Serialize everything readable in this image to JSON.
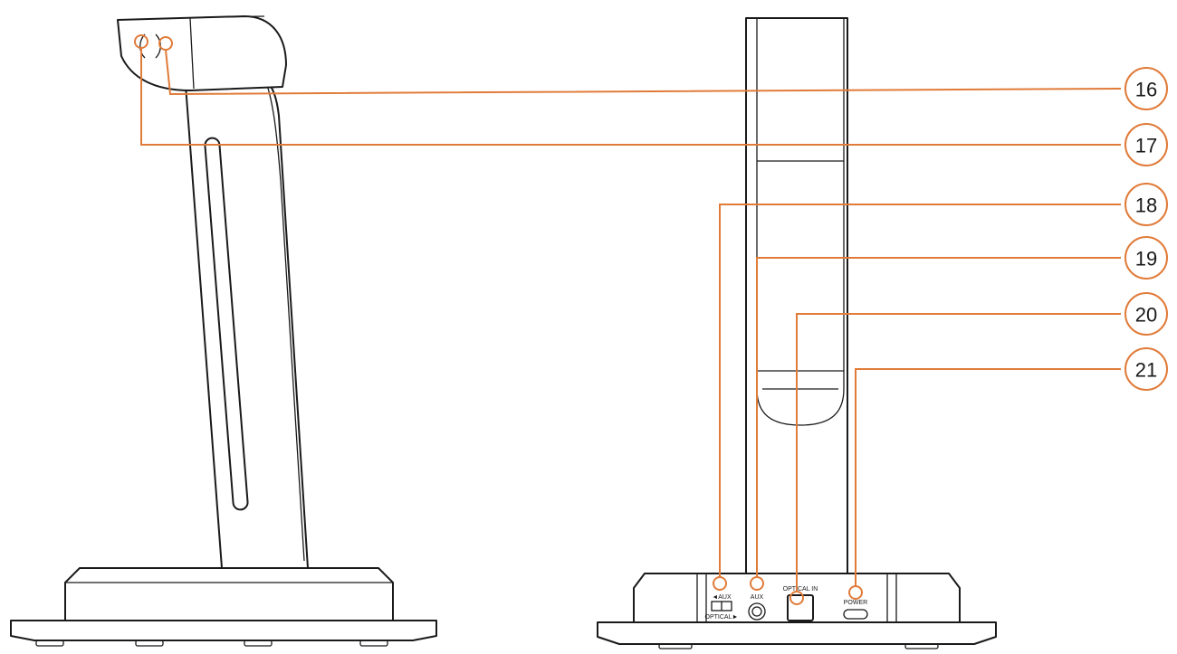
{
  "colors": {
    "callout": "#e07b39",
    "line": "#1a1a1a",
    "background": "#ffffff"
  },
  "views": [
    {
      "name": "side-view"
    },
    {
      "name": "rear-view"
    }
  ],
  "port_labels": {
    "switch_aux": "◄AUX",
    "switch_optical": "OPTICAL►",
    "aux": "AUX",
    "optical_in": "OPTICAL IN",
    "power": "POWER"
  },
  "callouts": [
    {
      "number": "16",
      "target": "top-indicator-inner"
    },
    {
      "number": "17",
      "target": "top-indicator-outer"
    },
    {
      "number": "18",
      "target": "aux-optical-switch"
    },
    {
      "number": "19",
      "target": "aux-jack"
    },
    {
      "number": "20",
      "target": "optical-in-port"
    },
    {
      "number": "21",
      "target": "power-port"
    }
  ]
}
